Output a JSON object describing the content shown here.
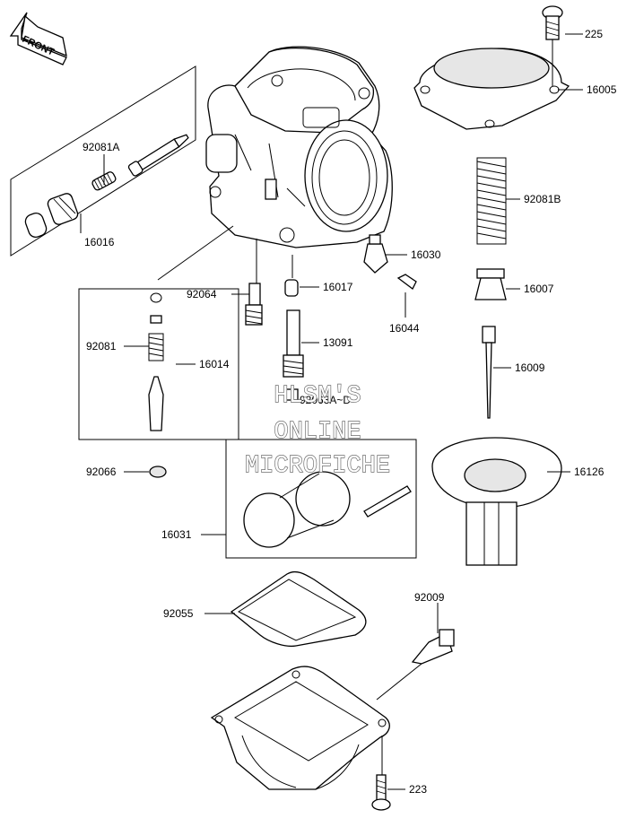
{
  "direction_label": "FRONT",
  "watermark": {
    "line1": "HLSM'S",
    "line2": "ONLINE",
    "line3": "MICROFICHE"
  },
  "parts": {
    "p225": "225",
    "p16005": "16005",
    "p92081A": "92081A",
    "p16016": "16016",
    "p92081B": "92081B",
    "p16030": "16030",
    "p92064": "92064",
    "p16017": "16017",
    "p16007": "16007",
    "p16044": "16044",
    "p13091": "13091",
    "p92081": "92081",
    "p16014": "16014",
    "p16009": "16009",
    "p92063": "92063A~D",
    "p92066": "92066",
    "p16126": "16126",
    "p16031": "16031",
    "p92009": "92009",
    "p92055": "92055",
    "p223": "223"
  }
}
